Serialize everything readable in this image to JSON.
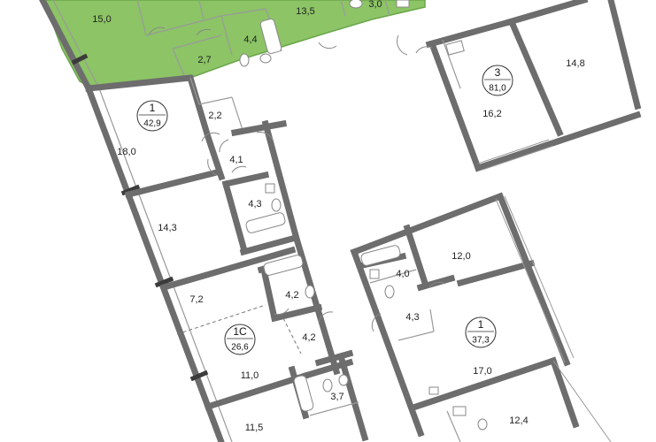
{
  "colors": {
    "highlight_fill": "#8cc466",
    "highlight_stroke": "#6aa64a",
    "wall": "#6d6d6d",
    "wall_dark": "#3b3b3b",
    "line": "#9a9a9a"
  },
  "rooms": [
    {
      "id": "top-living",
      "label": "15,0"
    },
    {
      "id": "top-kitchen",
      "label": "13,5"
    },
    {
      "id": "top-bath",
      "label": "3,0"
    },
    {
      "id": "top-wc",
      "label": "4,4"
    },
    {
      "id": "top-hall",
      "label": "2,7"
    },
    {
      "id": "a1-living",
      "label": "18,0"
    },
    {
      "id": "a1-storage",
      "label": "2,2"
    },
    {
      "id": "a1-hall",
      "label": "4,1"
    },
    {
      "id": "a1-bath",
      "label": "4,3"
    },
    {
      "id": "a1-kitchen",
      "label": "14,3"
    },
    {
      "id": "s1-room",
      "label": "7,2"
    },
    {
      "id": "s1-bath",
      "label": "4,2"
    },
    {
      "id": "s1-hall",
      "label": "4,2"
    },
    {
      "id": "s1-living",
      "label": "11,0"
    },
    {
      "id": "b-bath",
      "label": "3,7"
    },
    {
      "id": "b-room",
      "label": "11,5"
    },
    {
      "id": "e-room-large",
      "label": "14,8"
    },
    {
      "id": "e-room",
      "label": "16,2"
    },
    {
      "id": "c-kitchen",
      "label": "12,0"
    },
    {
      "id": "c-bath",
      "label": "4,0"
    },
    {
      "id": "c-hall",
      "label": "4,3"
    },
    {
      "id": "c-living",
      "label": "17,0"
    },
    {
      "id": "c-bottom",
      "label": "12,4"
    }
  ],
  "badges": [
    {
      "id": "apt-1-left",
      "rooms": "1",
      "area": "42,9"
    },
    {
      "id": "apt-3-right",
      "rooms": "3",
      "area": "81,0"
    },
    {
      "id": "apt-1c-studio",
      "rooms": "1C",
      "area": "26,6"
    },
    {
      "id": "apt-1-right",
      "rooms": "1",
      "area": "37,3"
    }
  ]
}
